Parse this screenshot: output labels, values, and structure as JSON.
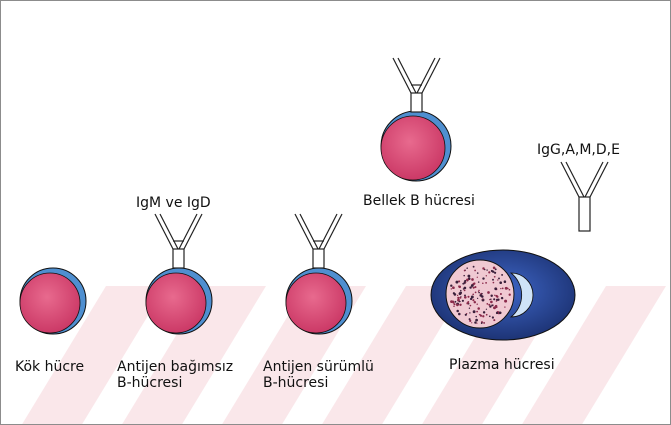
{
  "labels": {
    "stem_cell": "Kök hücre",
    "naive_b_line1": "Antijen bağımsız",
    "naive_b_line2": "B-hücresi",
    "ag_b_line1": "Antijen sürümlü",
    "ag_b_line2": "B-hücresi",
    "plasma": "Plazma hücresi",
    "memory_b": "Bellek B hücresi",
    "igm_igd": "IgM ve IgD",
    "ig_classes": "IgG,A,M,D,E"
  },
  "colors": {
    "nucleus": "#d84a73",
    "cell_edge": "#4f8fd0",
    "plasma_outer": "#1c3578",
    "plasma_ring": "#2f5bbf",
    "plasma_nucleus": "#f0c9d2",
    "vacuole": "#cfe3f7",
    "watermark": "#f6d4d8",
    "outline": "#111111"
  }
}
